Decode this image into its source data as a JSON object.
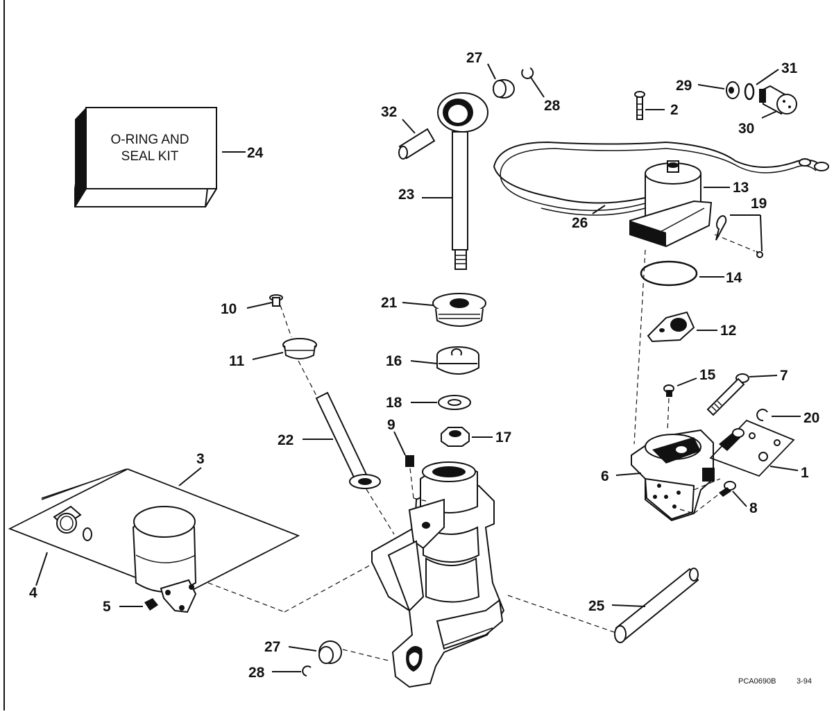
{
  "kit_box": {
    "line1": "O-RING AND",
    "line2": "SEAL KIT"
  },
  "callouts": {
    "c1": "1",
    "c2": "2",
    "c3": "3",
    "c4": "4",
    "c5": "5",
    "c6": "6",
    "c7": "7",
    "c8": "8",
    "c9": "9",
    "c10": "10",
    "c11": "11",
    "c12": "12",
    "c13": "13",
    "c14": "14",
    "c15": "15",
    "c16": "16",
    "c17": "17",
    "c18": "18",
    "c19": "19",
    "c20": "20",
    "c21": "21",
    "c22": "22",
    "c23": "23",
    "c24": "24",
    "c25": "25",
    "c26": "26",
    "c27a": "27",
    "c27b": "27",
    "c28a": "28",
    "c28b": "28",
    "c29": "29",
    "c30": "30",
    "c31": "31",
    "c32": "32"
  },
  "footer": {
    "code": "PCA0690B",
    "date": "3-94"
  }
}
